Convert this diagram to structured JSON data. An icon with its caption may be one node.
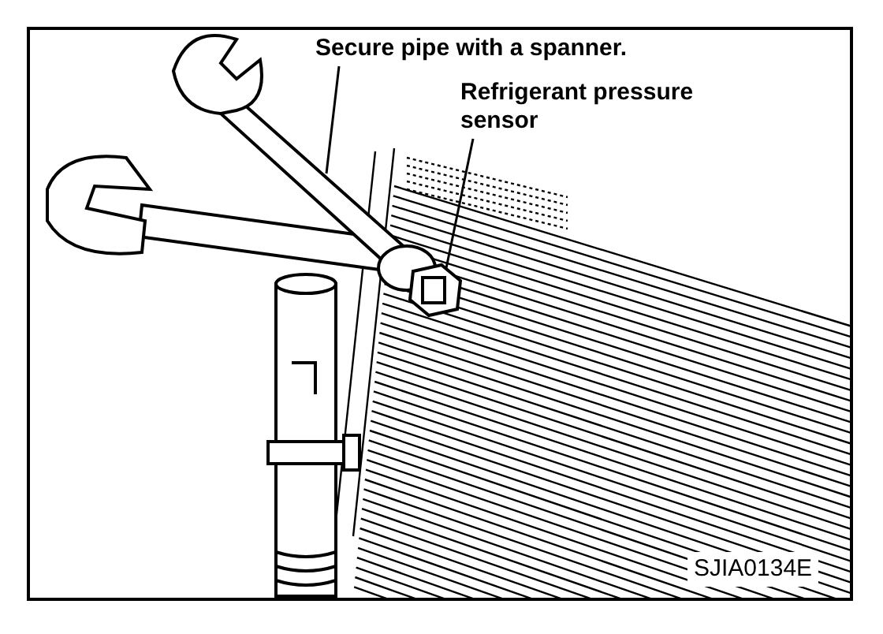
{
  "diagram": {
    "nodes": [
      {
        "text": [
          "Secure pipe with a spanner."
        ]
      },
      {
        "text": [
          "Refrigerant pressure sensor"
        ]
      },
      {
        "text": [],
        "shape": "picture"
      },
      {
        "text": [],
        "shape": "picture"
      }
    ],
    "edges": [
      {
        "from": 0,
        "to": 2,
        "arrow": "none"
      },
      {
        "from": 1,
        "to": 3,
        "arrow": "none"
      }
    ],
    "labels": [
      "SJIA0134E"
    ]
  }
}
